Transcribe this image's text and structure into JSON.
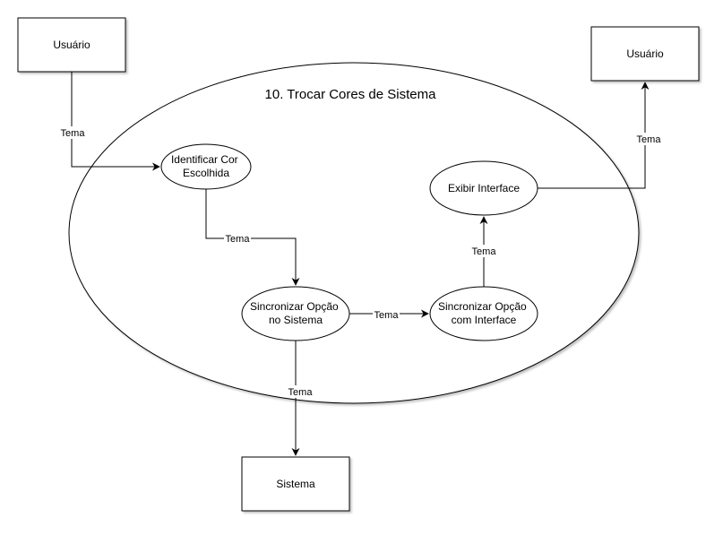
{
  "diagram": {
    "title": "10. Trocar Cores de Sistema",
    "entities": {
      "usuario_left": "Usuário",
      "usuario_right": "Usuário",
      "sistema": "Sistema"
    },
    "processes": {
      "identificar": [
        "Identificar Cor",
        "Escolhida"
      ],
      "sincronizar_sistema": [
        "Sincronizar Opção",
        "no Sistema"
      ],
      "sincronizar_interface": [
        "Sincronizar Opção",
        "com Interface"
      ],
      "exibir": "Exibir Interface"
    },
    "flows": {
      "user_to_identificar": "Tema",
      "identificar_to_sincronizar": "Tema",
      "sincronizar_to_interface": "Tema",
      "interface_to_exibir": "Tema",
      "exibir_to_user": "Tema",
      "sincronizar_to_sistema": "Tema"
    }
  }
}
